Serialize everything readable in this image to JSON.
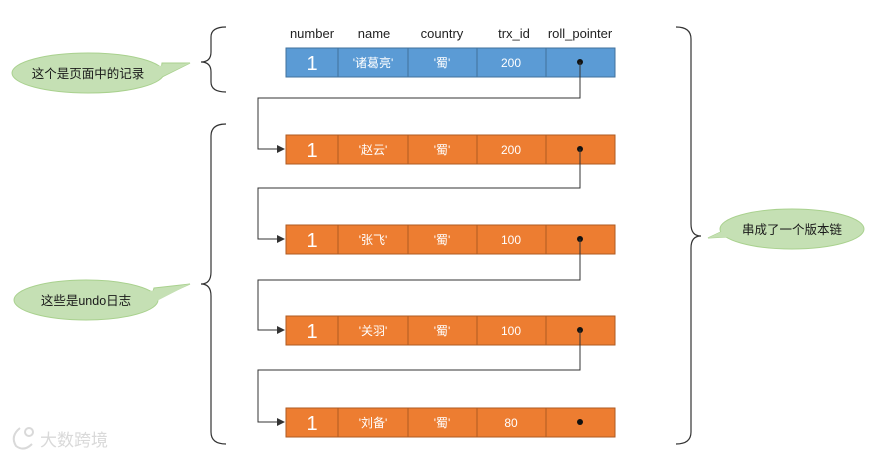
{
  "columns": [
    "number",
    "name",
    "country",
    "trx_id",
    "roll_pointer"
  ],
  "page_record": {
    "number": "1",
    "name": "'诸葛亮'",
    "country": "'蜀'",
    "trx_id": "200"
  },
  "undo_records": [
    {
      "number": "1",
      "name": "'赵云'",
      "country": "'蜀'",
      "trx_id": "200"
    },
    {
      "number": "1",
      "name": "'张飞'",
      "country": "'蜀'",
      "trx_id": "100"
    },
    {
      "number": "1",
      "name": "'关羽'",
      "country": "'蜀'",
      "trx_id": "100"
    },
    {
      "number": "1",
      "name": "'刘备'",
      "country": "'蜀'",
      "trx_id": "80"
    }
  ],
  "callouts": {
    "page_record": "这个是页面中的记录",
    "undo_log": "这些是undo日志",
    "version_chain": "串成了一个版本链"
  },
  "watermark": "大数跨境",
  "colors": {
    "page_fill": "#5b9bd5",
    "page_stroke": "#41719c",
    "undo_fill": "#ed7d31",
    "undo_stroke": "#ae5a21",
    "callout_fill": "#c5e0b4",
    "callout_stroke": "#a9d18e",
    "line": "#333333"
  }
}
